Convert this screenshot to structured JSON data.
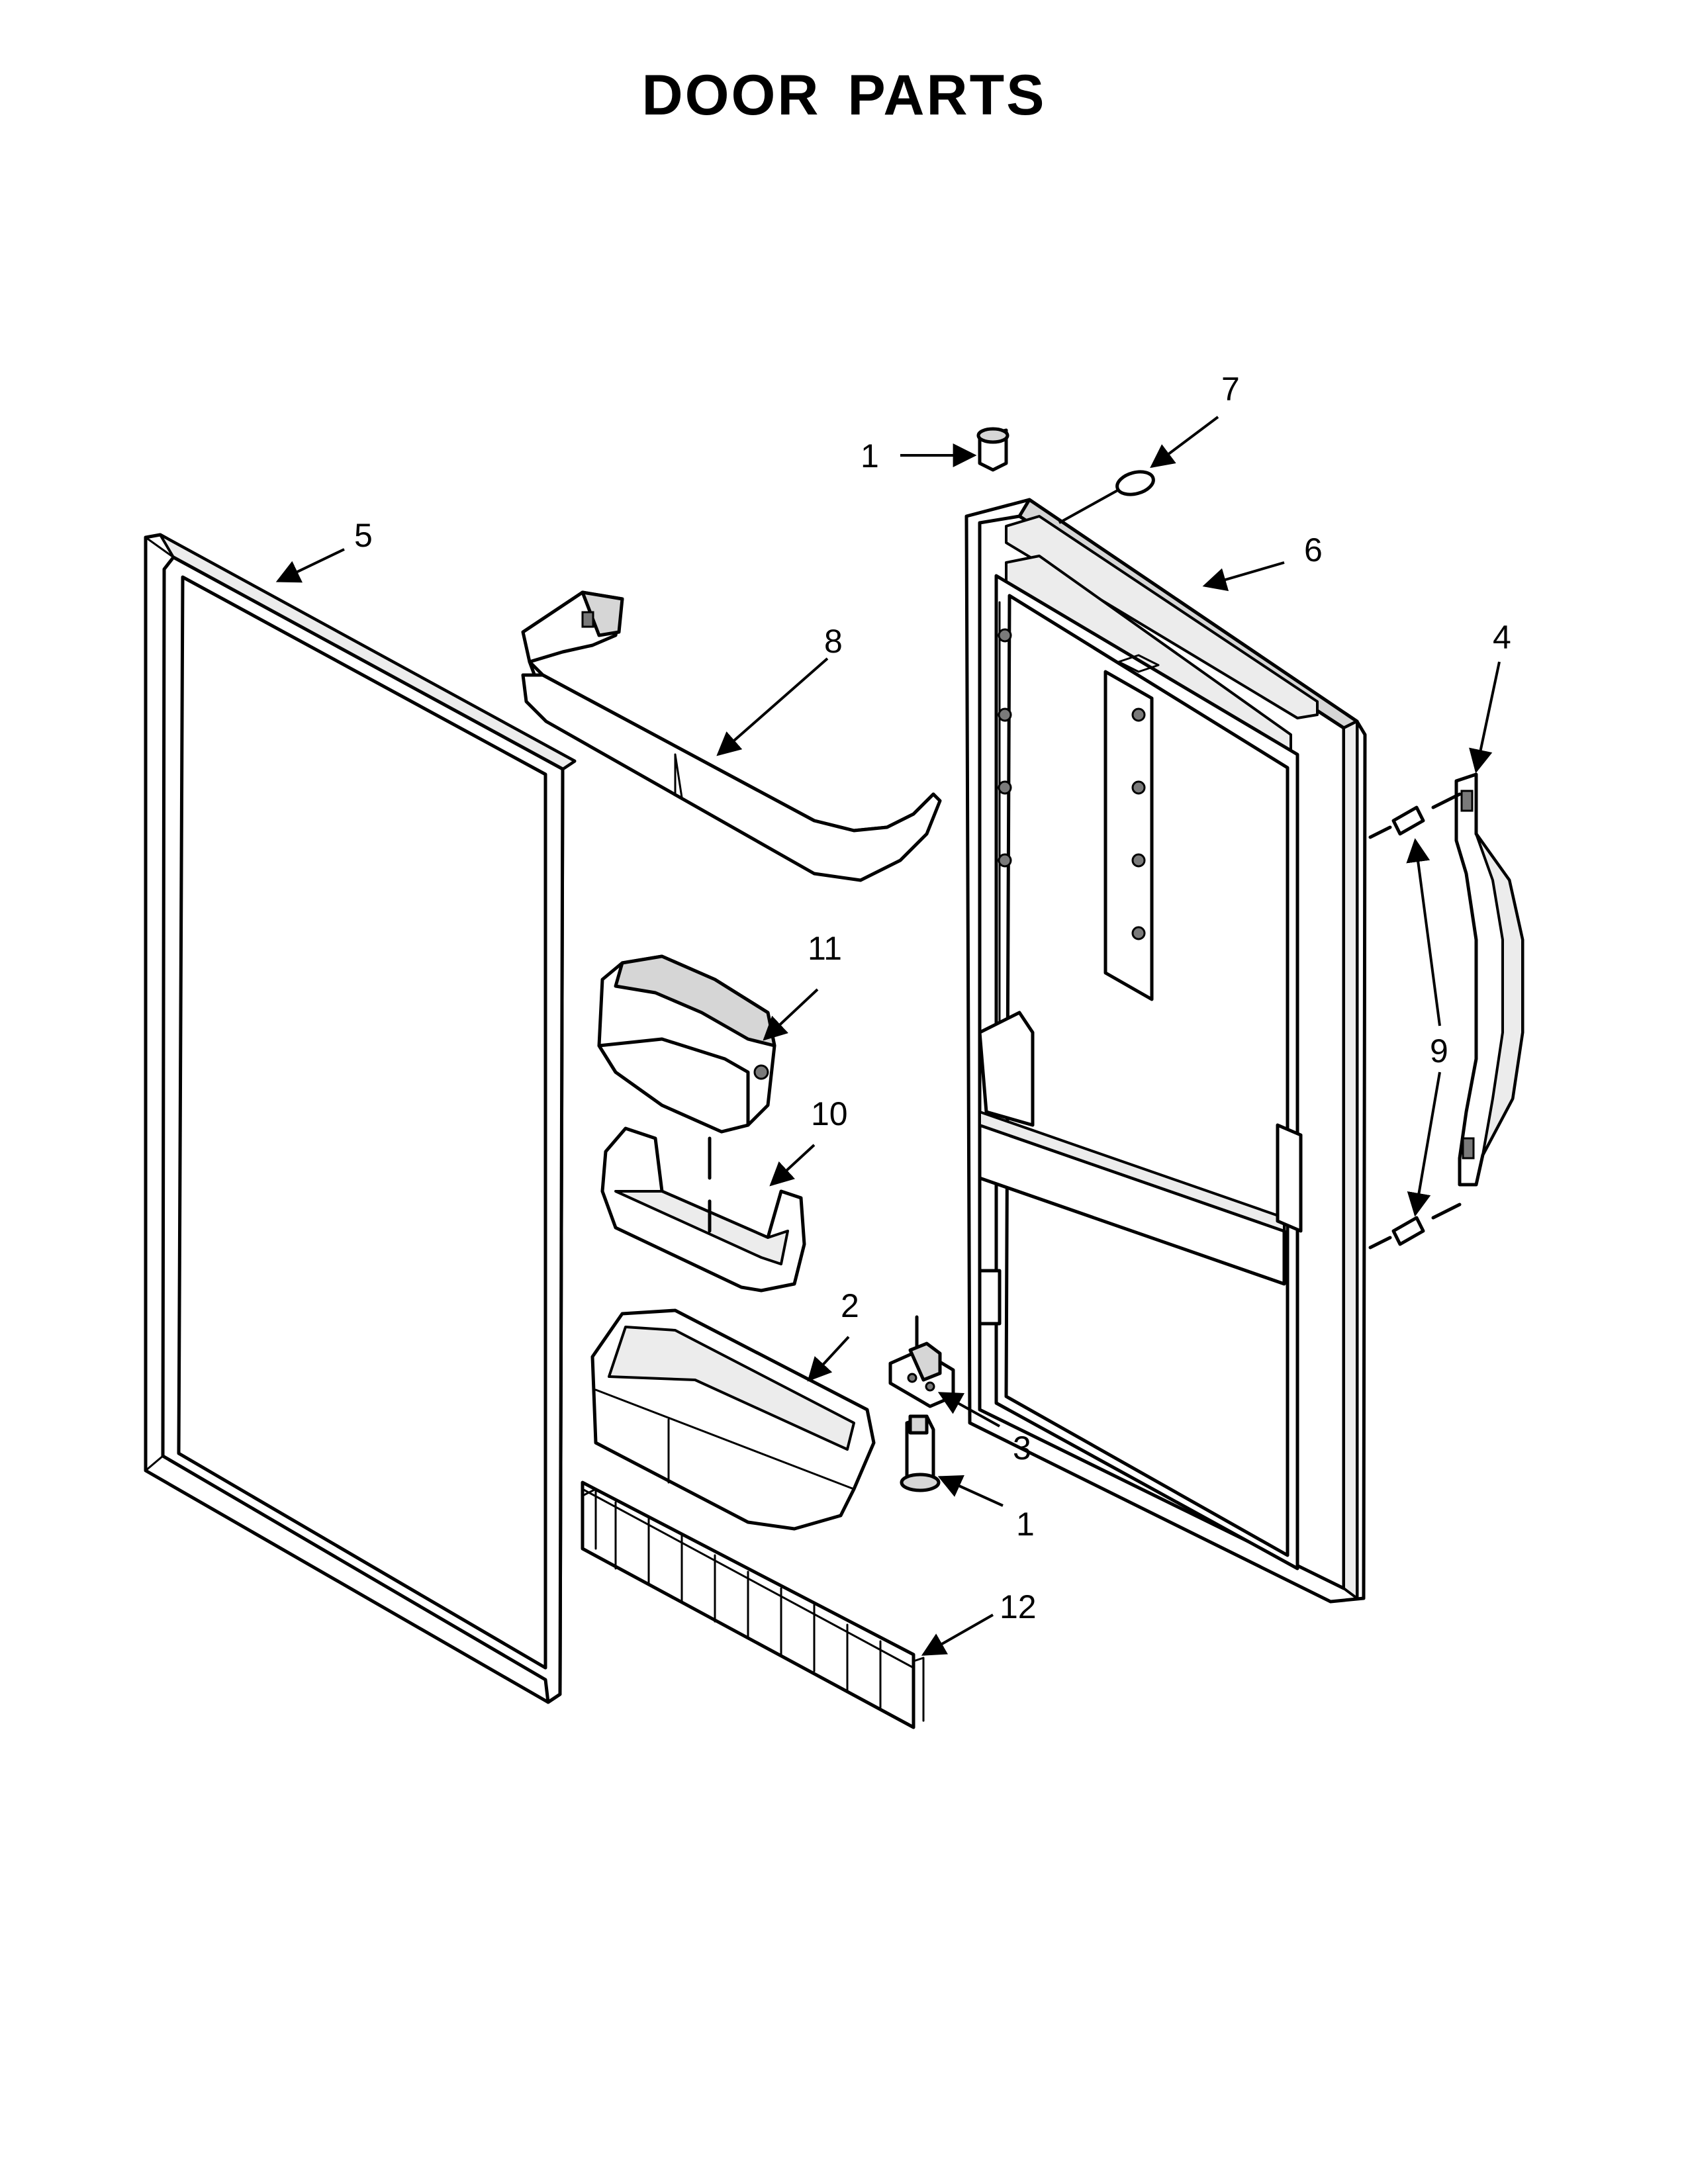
{
  "title": "DOOR PARTS",
  "callouts": {
    "c1_top": "1",
    "c7": "7",
    "c5": "5",
    "c6": "6",
    "c8": "8",
    "c4": "4",
    "c11": "11",
    "c9": "9",
    "c10": "10",
    "c2": "2",
    "c3": "3",
    "c1_bottom": "1",
    "c12": "12"
  }
}
